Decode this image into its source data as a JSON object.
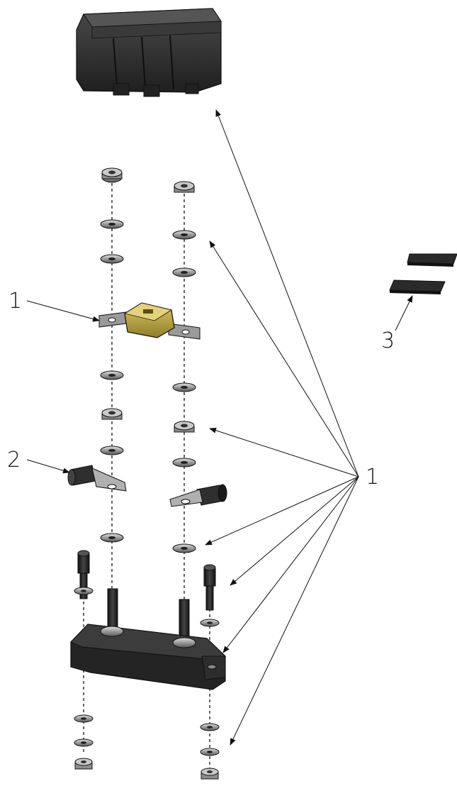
{
  "diagram": {
    "callouts": {
      "fuse": "1",
      "lug": "2",
      "pads": "3",
      "hardware": "1"
    }
  },
  "colors": {
    "outline": "#111111",
    "plastic_dark": "#2b2b2b",
    "plastic_mid": "#3c3c3c",
    "metal_light": "#c9c9c9",
    "metal_mid": "#8e8e8e",
    "metal_dark": "#555555",
    "fuse_body": "#c8b24a",
    "fuse_body_dark": "#8f7d28"
  },
  "icons": {
    "nut": "hex-nut-icon",
    "washer": "washer-icon",
    "bolt": "cap-screw-icon",
    "stud": "threaded-stud-icon",
    "fuse": "strip-fuse-icon",
    "lug": "cable-lug-icon",
    "pad": "adhesive-pad-icon"
  }
}
